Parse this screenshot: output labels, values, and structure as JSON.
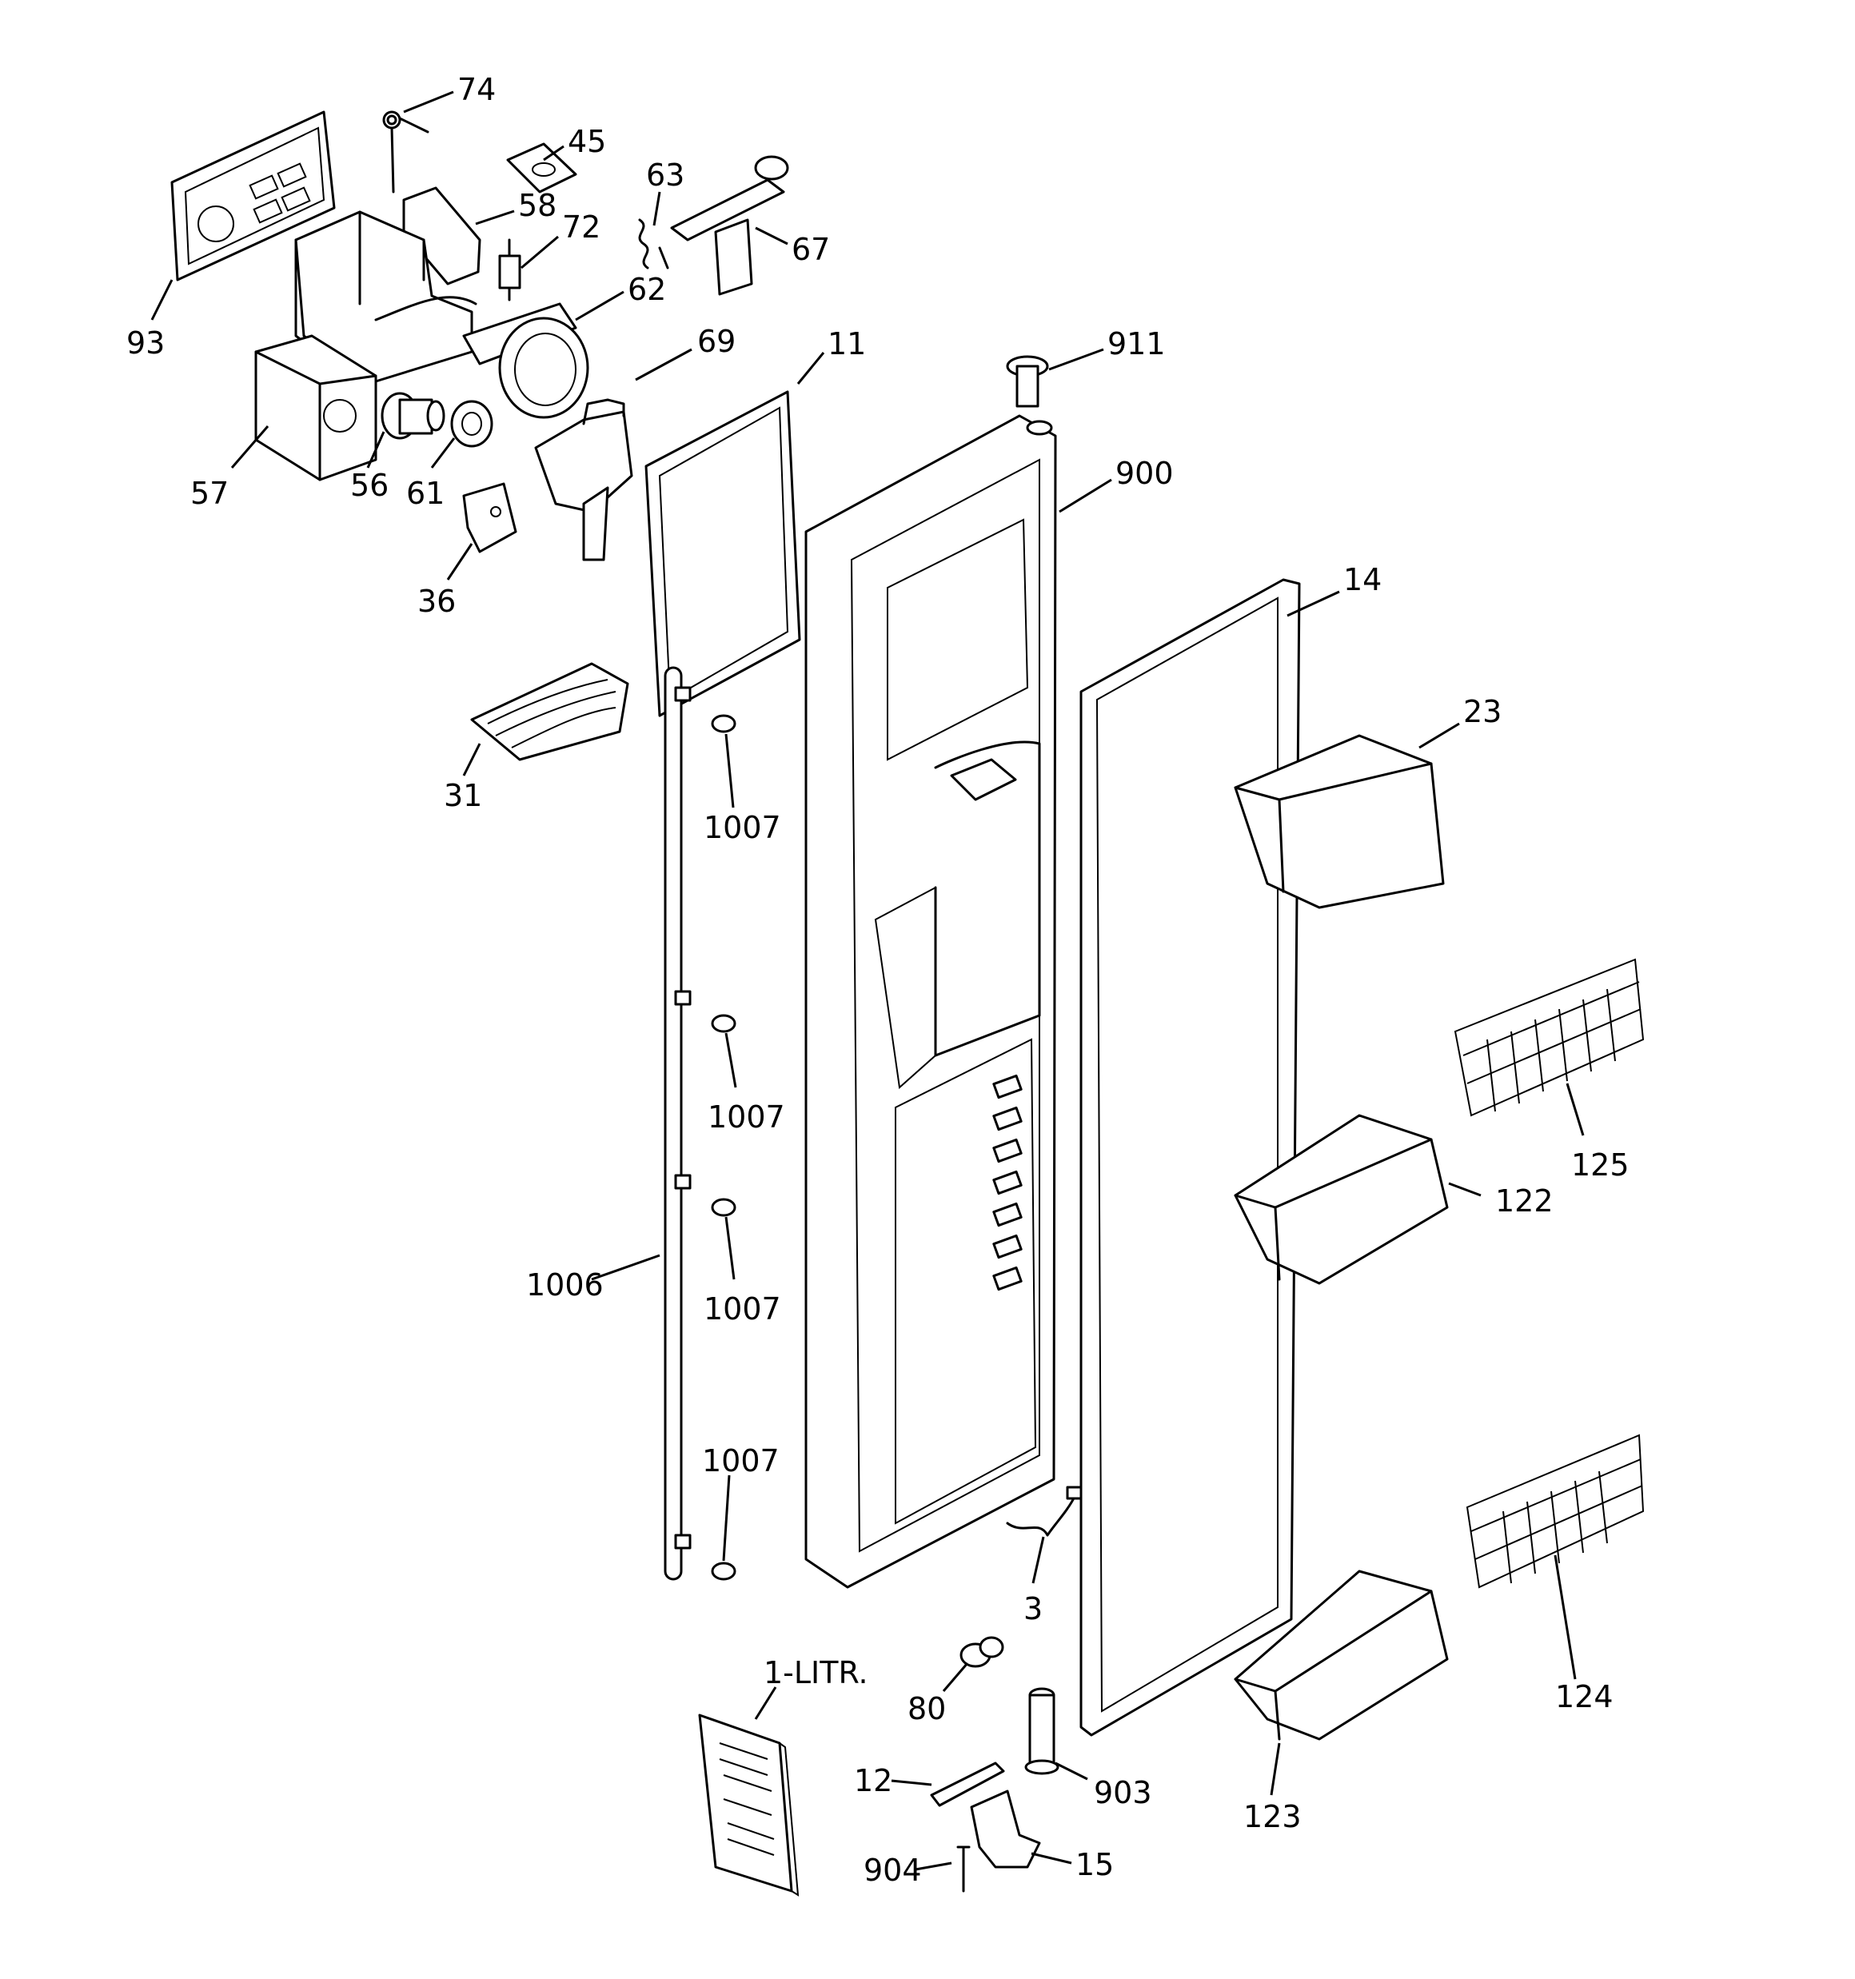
{
  "callouts": [
    {
      "id": "c74",
      "text": "74"
    },
    {
      "id": "c45",
      "text": "45"
    },
    {
      "id": "c63",
      "text": "63"
    },
    {
      "id": "c58",
      "text": "58"
    },
    {
      "id": "c72",
      "text": "72"
    },
    {
      "id": "c67",
      "text": "67"
    },
    {
      "id": "c62",
      "text": "62"
    },
    {
      "id": "c93",
      "text": "93"
    },
    {
      "id": "c69",
      "text": "69"
    },
    {
      "id": "c11",
      "text": "11"
    },
    {
      "id": "c911",
      "text": "911"
    },
    {
      "id": "c57",
      "text": "57"
    },
    {
      "id": "c56",
      "text": "56"
    },
    {
      "id": "c61",
      "text": "61"
    },
    {
      "id": "c900",
      "text": "900"
    },
    {
      "id": "c36",
      "text": "36"
    },
    {
      "id": "c14",
      "text": "14"
    },
    {
      "id": "c23",
      "text": "23"
    },
    {
      "id": "c31",
      "text": "31"
    },
    {
      "id": "c1007a",
      "text": "1007"
    },
    {
      "id": "c1007b",
      "text": "1007"
    },
    {
      "id": "c125",
      "text": "125"
    },
    {
      "id": "c122",
      "text": "122"
    },
    {
      "id": "c1006",
      "text": "1006"
    },
    {
      "id": "c1007c",
      "text": "1007"
    },
    {
      "id": "c1007d",
      "text": "1007"
    },
    {
      "id": "c3",
      "text": "3"
    },
    {
      "id": "c124",
      "text": "124"
    },
    {
      "id": "c1litr",
      "text": "1-LITR."
    },
    {
      "id": "c80",
      "text": "80"
    },
    {
      "id": "c12",
      "text": "12"
    },
    {
      "id": "c903",
      "text": "903"
    },
    {
      "id": "c123",
      "text": "123"
    },
    {
      "id": "c904",
      "text": "904"
    },
    {
      "id": "c15",
      "text": "15"
    }
  ]
}
